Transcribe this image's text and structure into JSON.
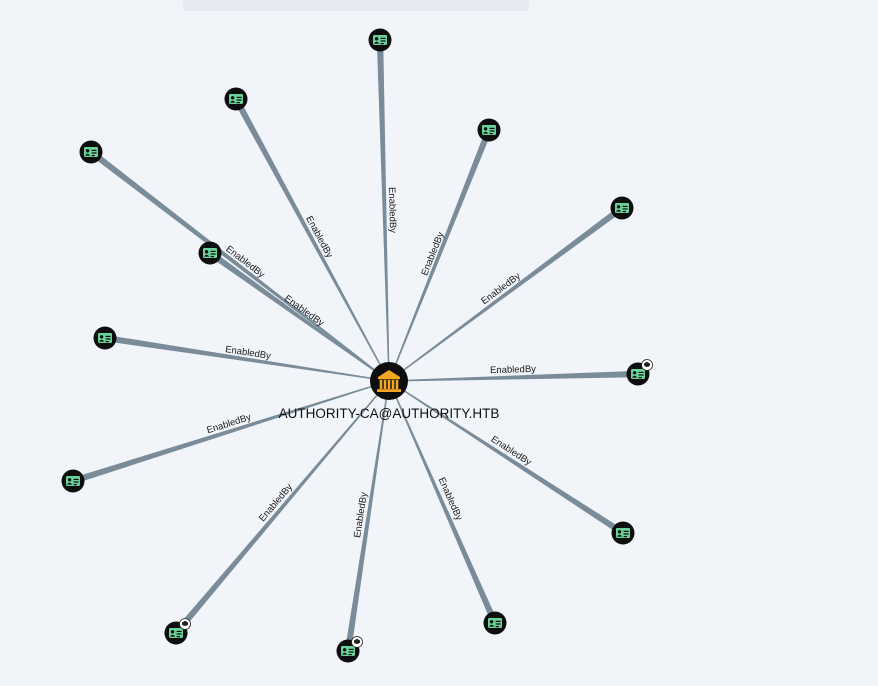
{
  "center_node": {
    "label": "AUTHORITY-CA@AUTHORITY.HTB",
    "icon": "enterprise-ca-icon",
    "icon_color": "#f5a623"
  },
  "edge_label": "EnabledBy",
  "template_node": {
    "icon": "cert-template-icon",
    "icon_color": "#6ad39a"
  },
  "nodes": [
    {
      "edge": "EnabledBy",
      "badge": false
    },
    {
      "edge": "EnabledBy",
      "badge": false
    },
    {
      "edge": "EnabledBy",
      "badge": false
    },
    {
      "edge": "EnabledBy",
      "badge": false
    },
    {
      "edge": "EnabledBy",
      "badge": false
    },
    {
      "edge": "EnabledBy",
      "badge": false
    },
    {
      "edge": "EnabledBy",
      "badge": false
    },
    {
      "edge": "EnabledBy",
      "badge": true
    },
    {
      "edge": "EnabledBy",
      "badge": false
    },
    {
      "edge": "EnabledBy",
      "badge": false
    },
    {
      "edge": "EnabledBy",
      "badge": false
    },
    {
      "edge": "EnabledBy",
      "badge": false
    },
    {
      "edge": "EnabledBy",
      "badge": true
    },
    {
      "edge": "EnabledBy",
      "badge": false
    }
  ]
}
